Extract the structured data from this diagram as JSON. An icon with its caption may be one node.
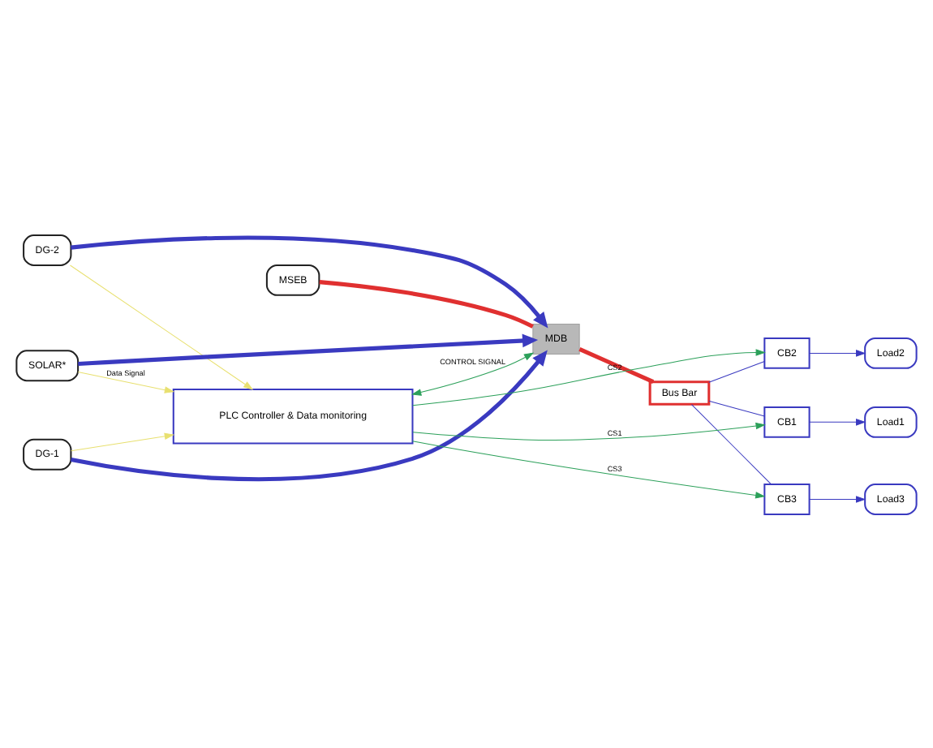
{
  "diagram": {
    "nodes": [
      {
        "text": [
          "MSEB"
        ]
      },
      {
        "text": [
          "MDB"
        ]
      },
      {
        "text": [
          "Bus Bar"
        ]
      },
      {
        "text": [
          "CB1"
        ]
      },
      {
        "text": [
          "CB2"
        ]
      },
      {
        "text": [
          "CB3"
        ]
      },
      {
        "text": [
          "DG-1"
        ]
      },
      {
        "text": [
          "DG-2"
        ]
      },
      {
        "text": [
          "Load1"
        ]
      },
      {
        "text": [
          "Load2"
        ]
      },
      {
        "text": [
          "Load3"
        ]
      },
      {
        "text": [
          "SOLAR*"
        ]
      },
      {
        "text": [
          "PLC Controller & Data monitoring"
        ]
      }
    ],
    "edges": [
      {
        "from": 0,
        "to": 1,
        "arrow": "none",
        "style": "thick",
        "color": "#e03030"
      },
      {
        "from": 1,
        "to": 2,
        "arrow": "none",
        "style": "thick",
        "color": "#e03030"
      },
      {
        "from": 2,
        "to": 3,
        "arrow": "none"
      },
      {
        "from": 2,
        "to": 4,
        "arrow": "none"
      },
      {
        "from": 2,
        "to": 5,
        "arrow": "none"
      },
      {
        "from": 3,
        "to": 8,
        "arrow": "to"
      },
      {
        "from": 4,
        "to": 9,
        "arrow": "to"
      },
      {
        "from": 5,
        "to": 10,
        "arrow": "to"
      },
      {
        "from": 6,
        "to": 1,
        "arrow": "to",
        "style": "thick"
      },
      {
        "from": 7,
        "to": 1,
        "arrow": "to",
        "style": "thick"
      },
      {
        "from": 11,
        "to": 1,
        "arrow": "to",
        "style": "thick"
      },
      {
        "from": 12,
        "to": 1,
        "arrow": "both",
        "label": "CONTROL SIGNAL",
        "color": "#2ca05a"
      },
      {
        "from": 12,
        "to": 3,
        "arrow": "to",
        "label": "CS1",
        "color": "#2ca05a"
      },
      {
        "from": 12,
        "to": 4,
        "arrow": "to",
        "label": "CS2",
        "color": "#2ca05a"
      },
      {
        "from": 12,
        "to": 5,
        "arrow": "to",
        "label": "CS3",
        "color": "#2ca05a"
      },
      {
        "from": 6,
        "to": 12,
        "arrow": "to",
        "color": "#e8e070"
      },
      {
        "from": 7,
        "to": 12,
        "arrow": "to",
        "color": "#e8e070"
      },
      {
        "from": 11,
        "to": 12,
        "arrow": "to",
        "label": "Data Signal",
        "color": "#e8e070"
      }
    ]
  }
}
